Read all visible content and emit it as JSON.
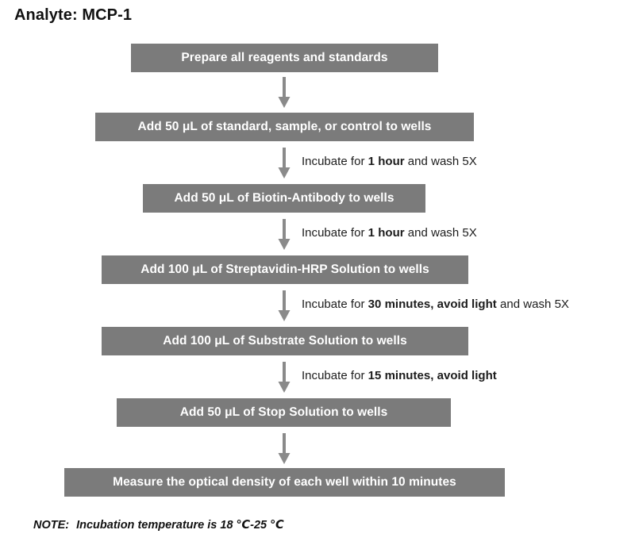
{
  "title": "Analyte: MCP-1",
  "colors": {
    "box_fill": "#7b7b7b",
    "box_text": "#ffffff",
    "arrow": "#8a8a8a",
    "page_background": "#ffffff",
    "annotation_text": "#1c1c1c"
  },
  "steps": [
    {
      "id": "step-1",
      "label": "Prepare all reagents and standards"
    },
    {
      "id": "step-2",
      "label": "Add 50 μL of standard, sample, or control to wells"
    },
    {
      "id": "step-3",
      "label": "Add 50 μL of Biotin-Antibody to wells"
    },
    {
      "id": "step-4",
      "label": "Add 100 μL of Streptavidin-HRP Solution to wells"
    },
    {
      "id": "step-5",
      "label": "Add 100 μL of Substrate Solution to wells"
    },
    {
      "id": "step-6",
      "label": "Add 50 μL of Stop Solution to wells"
    },
    {
      "id": "step-7",
      "label": "Measure the optical density of each well within 10 minutes"
    }
  ],
  "transitions": [
    {
      "id": "arrow-1",
      "annotation": null
    },
    {
      "id": "arrow-2",
      "prefix": "Incubate for ",
      "emphasis": "1 hour",
      "suffix": " and wash 5X"
    },
    {
      "id": "arrow-3",
      "prefix": "Incubate for ",
      "emphasis": "1 hour",
      "suffix": " and wash 5X"
    },
    {
      "id": "arrow-4",
      "prefix": "Incubate for ",
      "emphasis": "30 minutes, avoid light",
      "suffix": " and wash 5X"
    },
    {
      "id": "arrow-5",
      "prefix": "Incubate for ",
      "emphasis": "15 minutes, avoid light",
      "suffix": ""
    },
    {
      "id": "arrow-6",
      "annotation": null
    }
  ],
  "note": {
    "label": "NOTE:",
    "text": "Incubation temperature is 18 ℃-25 ℃"
  }
}
